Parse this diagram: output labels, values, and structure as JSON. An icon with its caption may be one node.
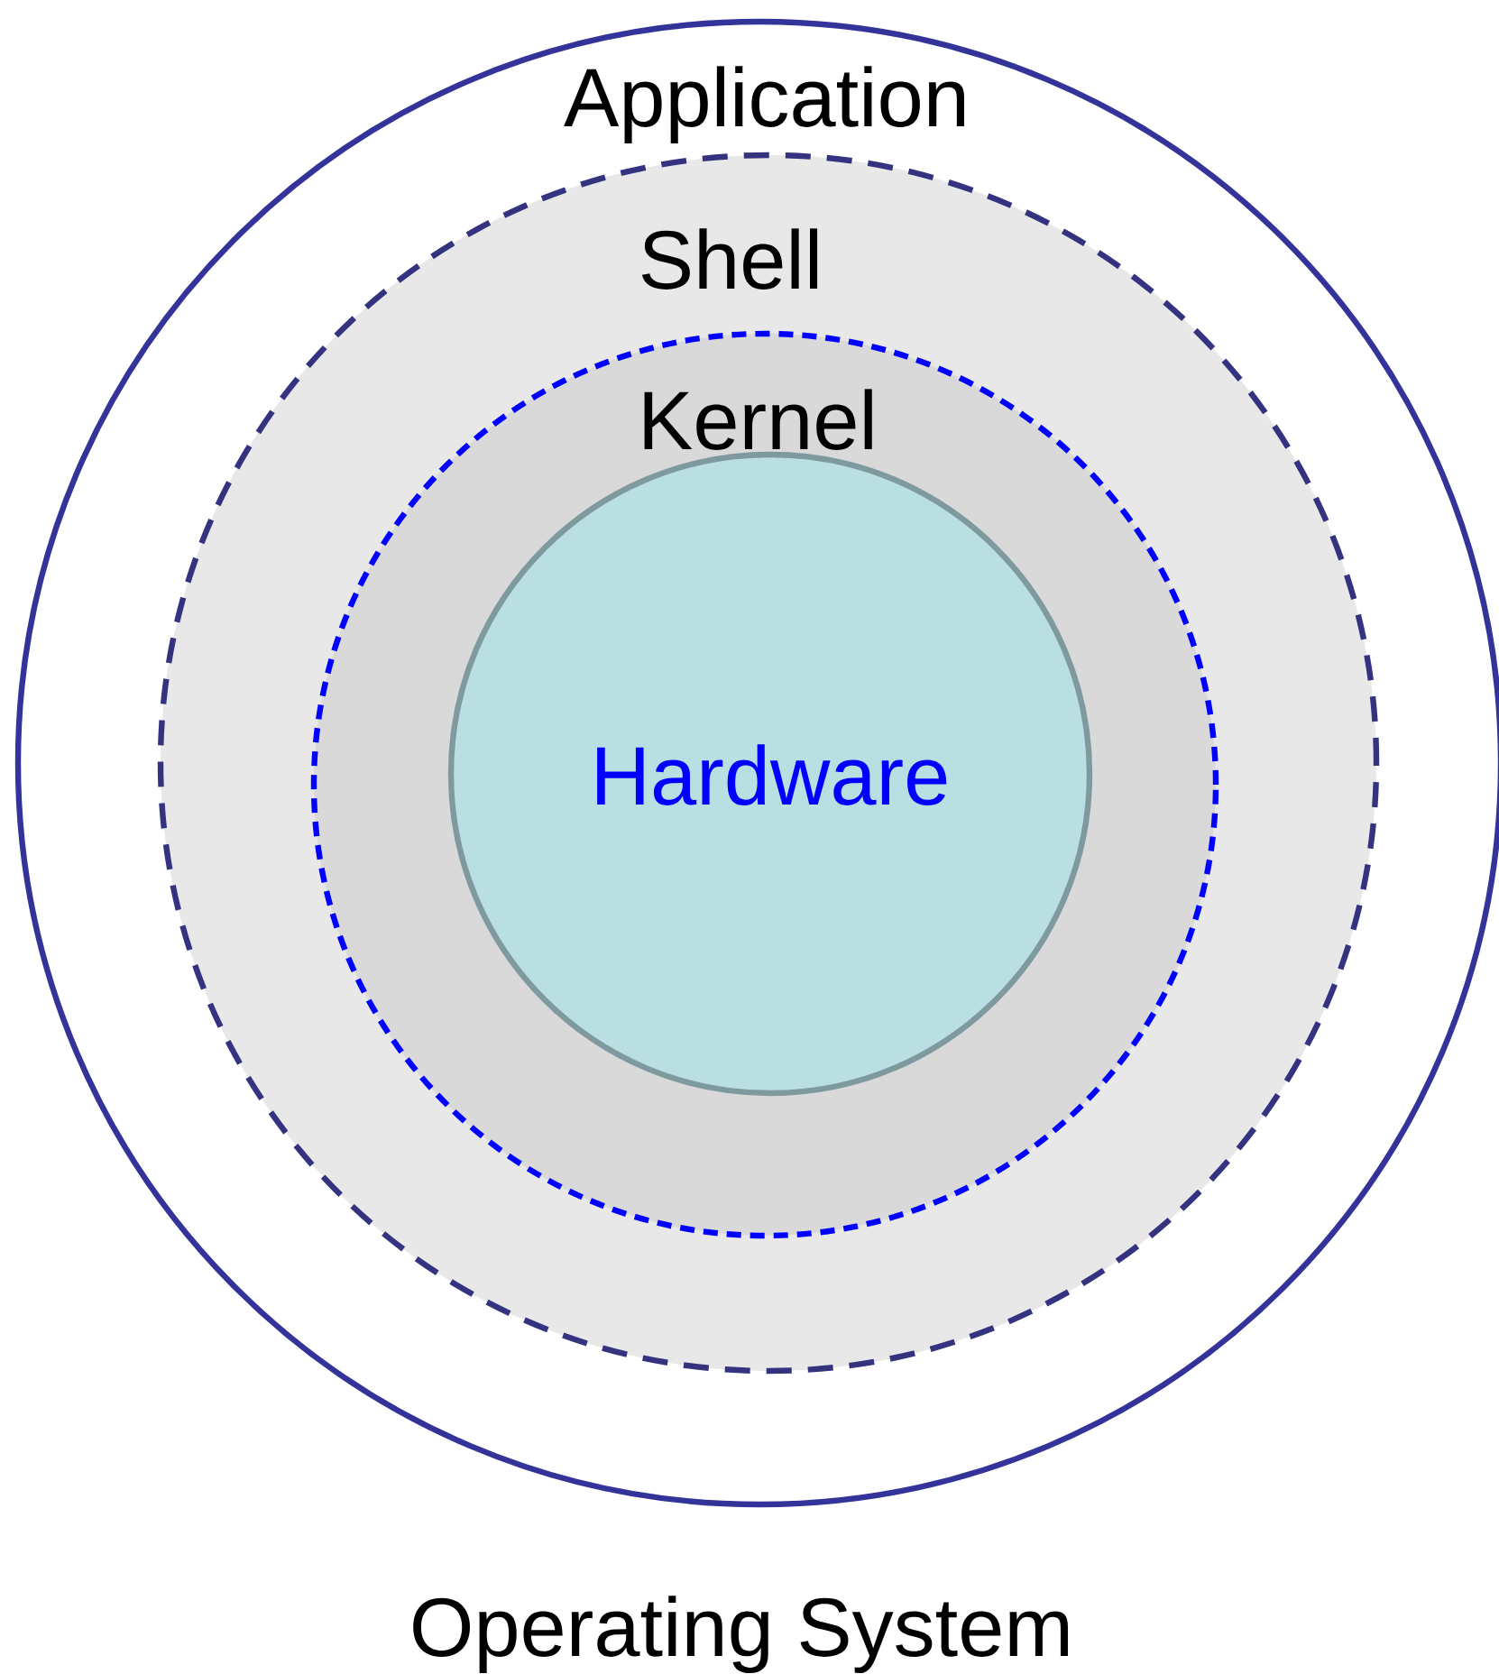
{
  "diagram": {
    "nodes": [
      {
        "text": [
          "Application"
        ]
      },
      {
        "text": [
          "Shell"
        ],
        "in": 0
      },
      {
        "text": [
          "Kernel"
        ],
        "in": 1
      },
      {
        "text": [
          "Hardware"
        ],
        "in": 2
      }
    ],
    "labels": [
      "Operating System"
    ]
  }
}
